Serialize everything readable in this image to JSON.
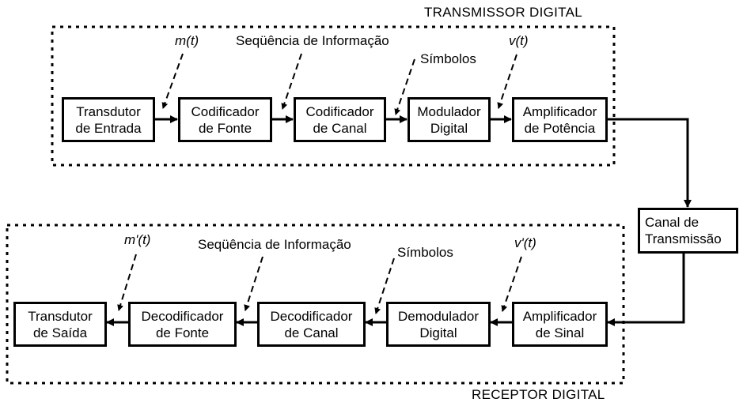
{
  "transmitter": {
    "title": "TRANSMISSOR DIGITAL",
    "blocks": [
      {
        "line1": "Transdutor",
        "line2": "de Entrada"
      },
      {
        "line1": "Codificador",
        "line2": "de Fonte"
      },
      {
        "line1": "Codificador",
        "line2": "de Canal"
      },
      {
        "line1": "Modulador",
        "line2": "Digital"
      },
      {
        "line1": "Amplificador",
        "line2": "de Potência"
      }
    ],
    "signals": {
      "m": "m(t)",
      "info": "Seqüência de Informação",
      "symbols": "Símbolos",
      "v": "v(t)"
    }
  },
  "channel": {
    "line1": "Canal de",
    "line2": "Transmissão"
  },
  "receiver": {
    "title": "RECEPTOR DIGITAL",
    "blocks": [
      {
        "line1": "Transdutor",
        "line2": "de Saída"
      },
      {
        "line1": "Decodificador",
        "line2": "de Fonte"
      },
      {
        "line1": "Decodificador",
        "line2": "de Canal"
      },
      {
        "line1": "Demodulador",
        "line2": "Digital"
      },
      {
        "line1": "Amplificador",
        "line2": "de Sinal"
      }
    ],
    "signals": {
      "m": "m'(t)",
      "info": "Seqüência de Informação",
      "symbols": "Símbolos",
      "v": "v'(t)"
    }
  }
}
